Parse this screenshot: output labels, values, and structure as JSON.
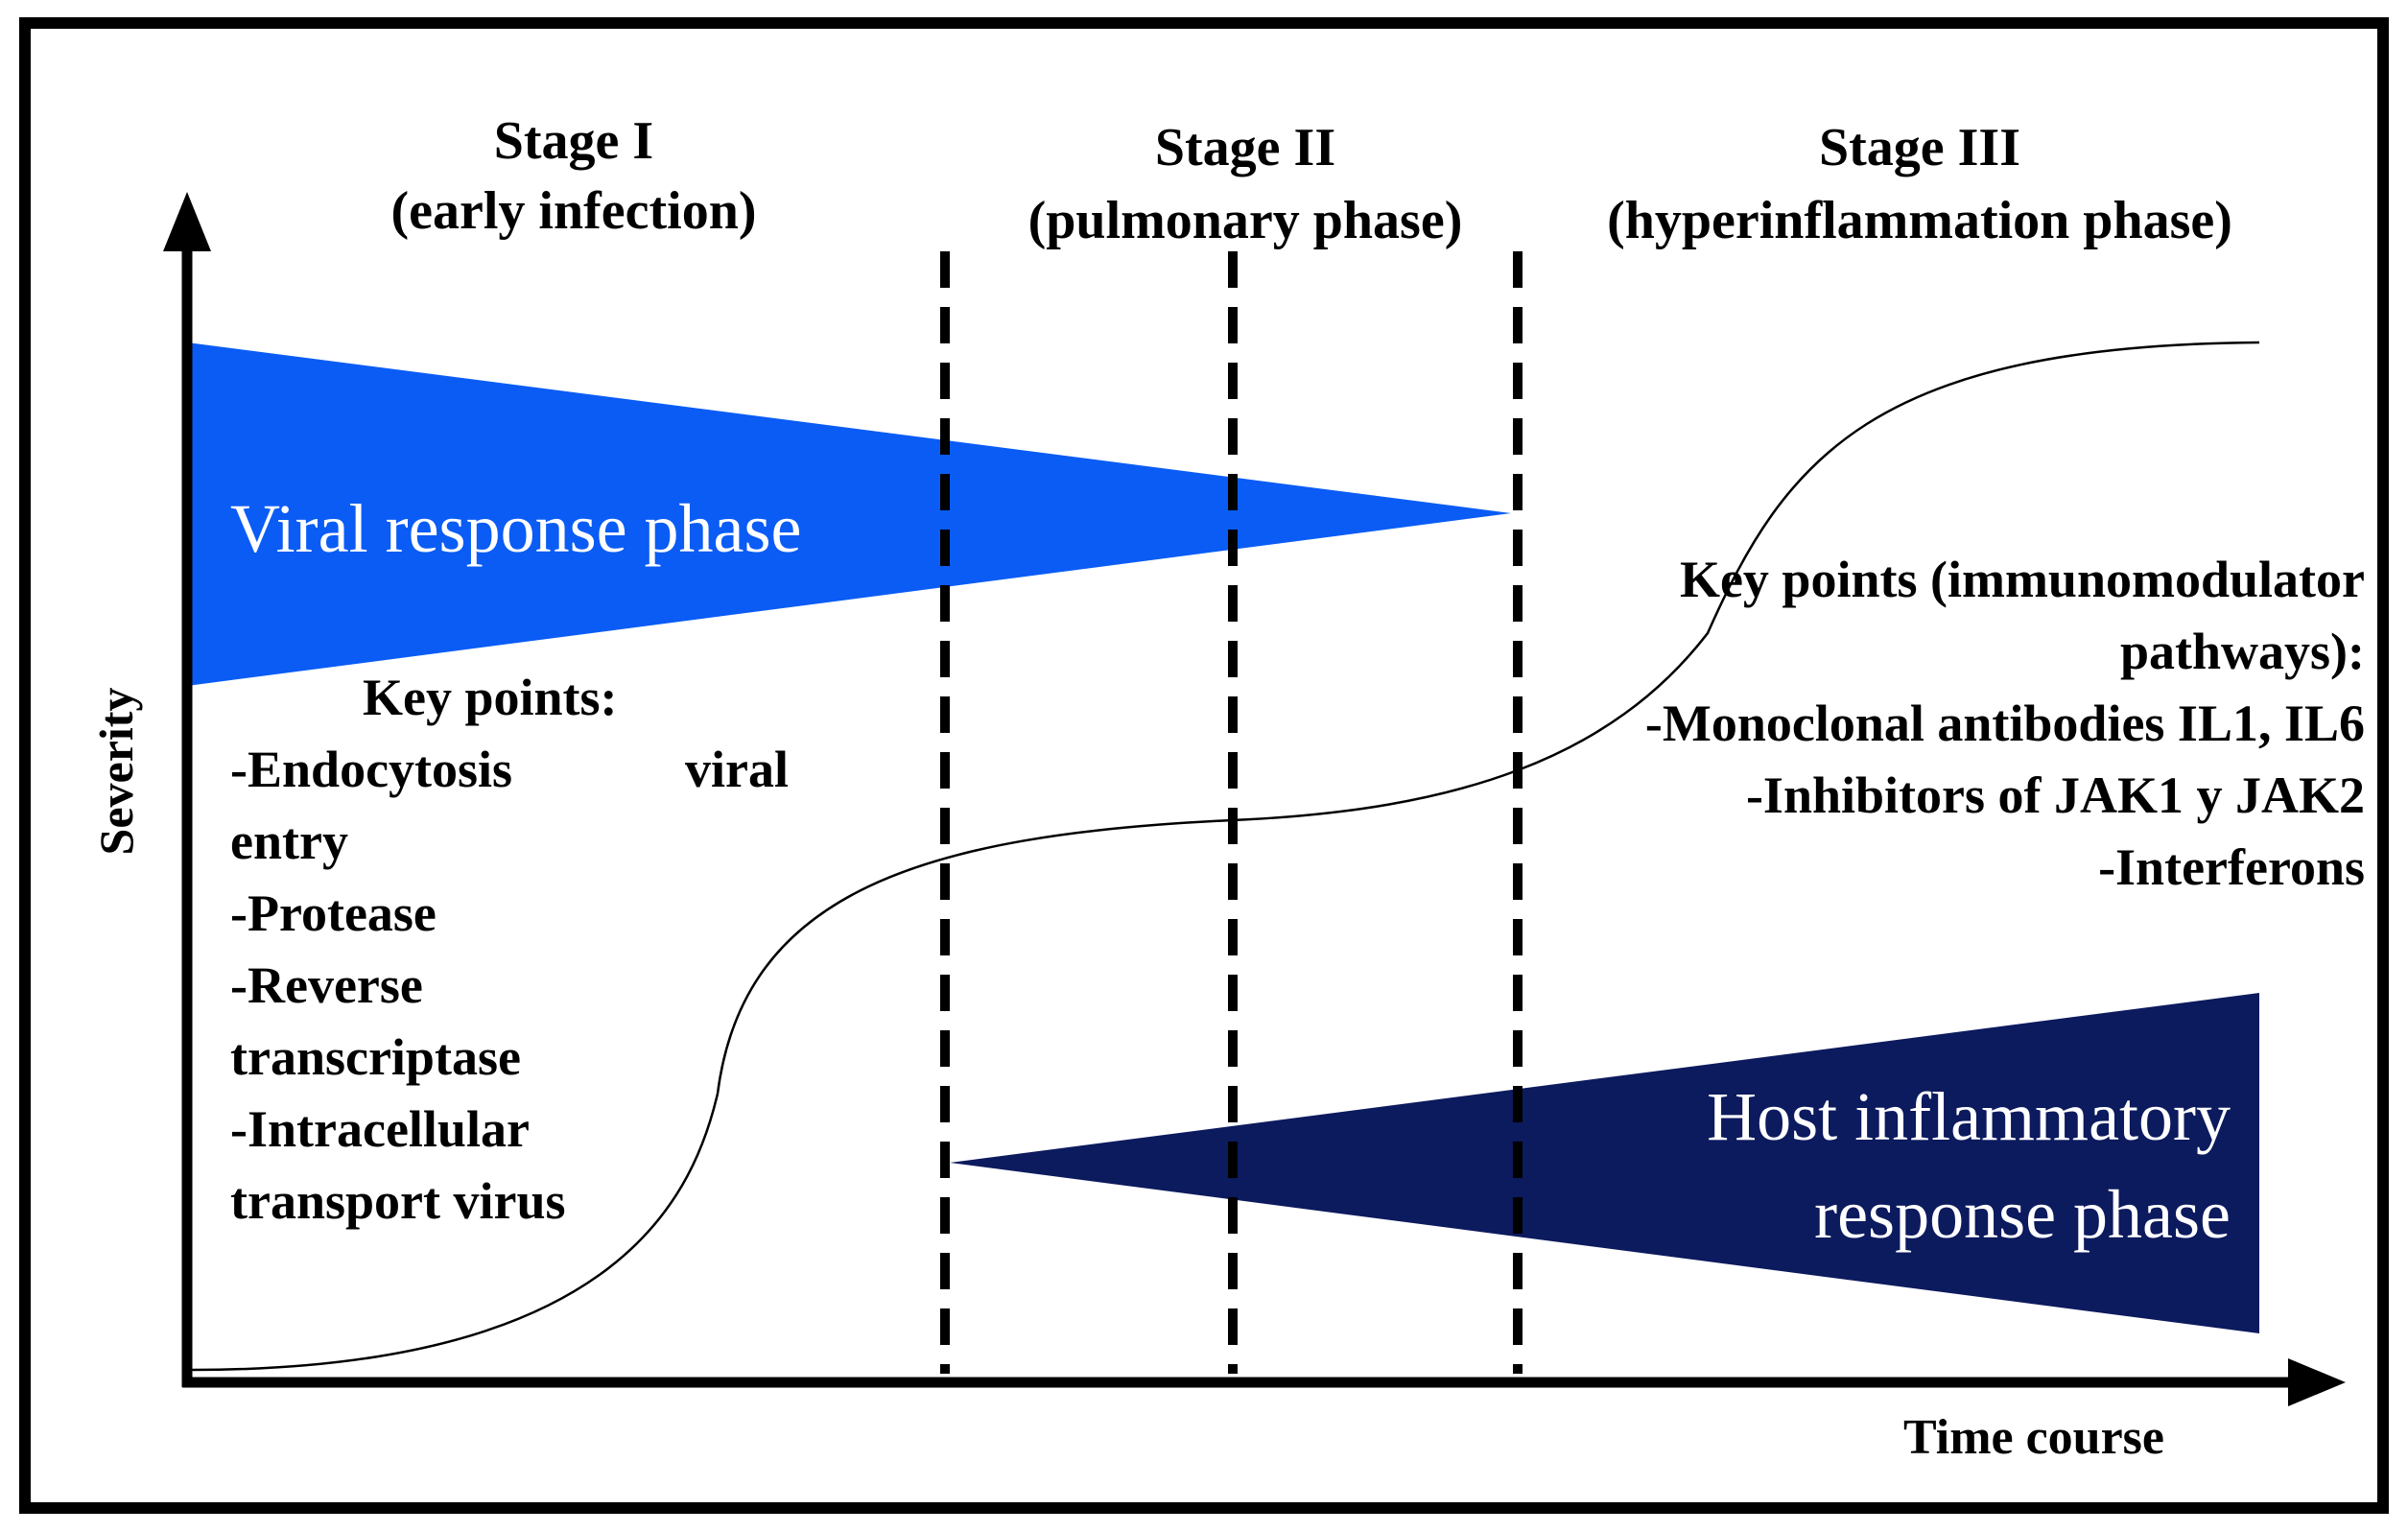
{
  "colors": {
    "viral_phase": "#0a5cf5",
    "host_phase": "#0c1a5e",
    "axis": "#000000",
    "frame": "#000000"
  },
  "axes": {
    "y_label": "Severity",
    "x_label": "Time course"
  },
  "stages": [
    {
      "name": "Stage I",
      "subtitle": "(early infection)"
    },
    {
      "name": "Stage II",
      "subtitle": "(pulmonary phase)"
    },
    {
      "name": "Stage III",
      "subtitle": "(hyperinflammation phase)"
    }
  ],
  "phases": {
    "viral": "Viral response phase",
    "host_line1": "Host inflammatory",
    "host_line2": "response phase"
  },
  "key_points_stage1": {
    "heading": "Key points:",
    "lines": [
      "-Endocytosis",
      "viral",
      "entry",
      "-Protease",
      "-Reverse",
      "transcriptase",
      "-Intracellular",
      "transport virus"
    ]
  },
  "key_points_stage3": {
    "heading_line1": "Key points (immunomodulator",
    "heading_line2": "pathways):",
    "lines": [
      "-Monoclonal antibodies IL1, IL6",
      "-Inhibitors of JAK1 y JAK2",
      "-Interferons"
    ]
  }
}
